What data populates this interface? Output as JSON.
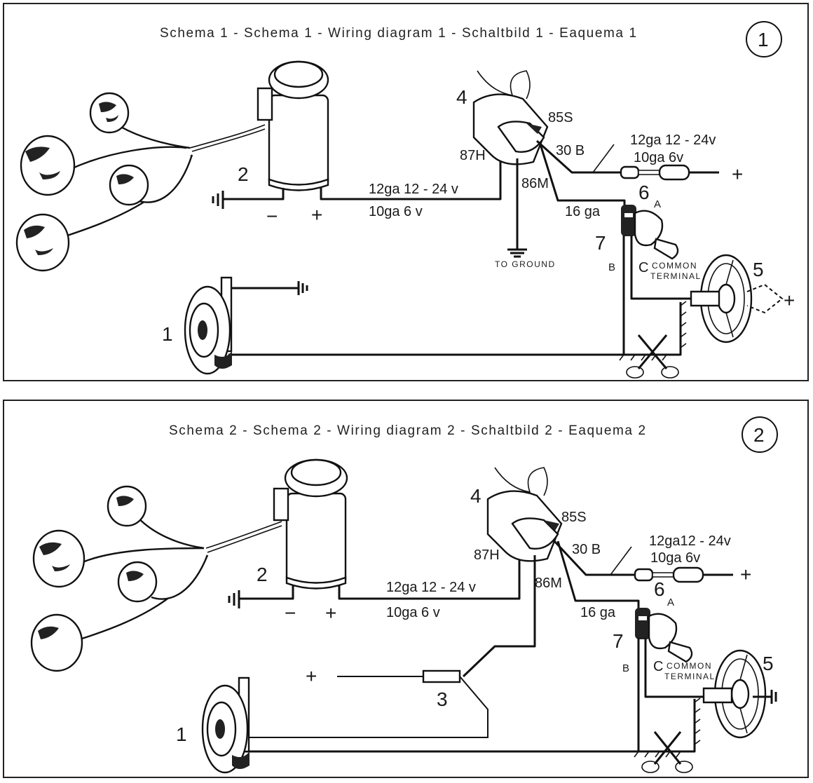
{
  "diagram1": {
    "title": "Schema 1  - Schema  1 - Wiring diagram 1  - Schaltbild 1 -  Eaquema 1",
    "badge": "1",
    "labels": {
      "n1": "1",
      "n2": "2",
      "n4": "4",
      "n5": "5",
      "n6": "6",
      "n7": "7",
      "pin85": "85S",
      "pin30": "30 B",
      "pin87": "87H",
      "pin86": "86M",
      "wire_top_a": "12ga 12 - 24 v",
      "wire_top_b": "10ga 6 v",
      "wire_right_a": "12ga 12 - 24v",
      "wire_right_b": "10ga  6v",
      "gauge16": "16 ga",
      "minus": "−",
      "plus": "+",
      "plus_right": "+",
      "plus_wheel": "+",
      "to_ground": "TO  GROUND",
      "a": "A",
      "b": "B",
      "c": "C",
      "common": "COMMON",
      "terminal": "TERMINAL"
    }
  },
  "diagram2": {
    "title": "Schema 2 - Schema 2  - Wiring diagram 2 -  Schaltbild 2  - Eaquema 2",
    "badge": "2",
    "labels": {
      "n1": "1",
      "n2": "2",
      "n3": "3",
      "n4": "4",
      "n5": "5",
      "n6": "6",
      "n7": "7",
      "pin85": "85S",
      "pin30": "30 B",
      "pin87": "87H",
      "pin86": "86M",
      "wire_top_a": "12ga 12 - 24 v",
      "wire_top_b": "10ga  6 v",
      "wire_right_a": "12ga12 - 24v",
      "wire_right_b": "10ga  6v",
      "gauge16": "16 ga",
      "minus": "−",
      "plus": "+",
      "plus_right": "+",
      "plus_fuse": "+",
      "a": "A",
      "b": "B",
      "c": "C",
      "common": "COMMON",
      "terminal": "TERMINAL"
    }
  }
}
